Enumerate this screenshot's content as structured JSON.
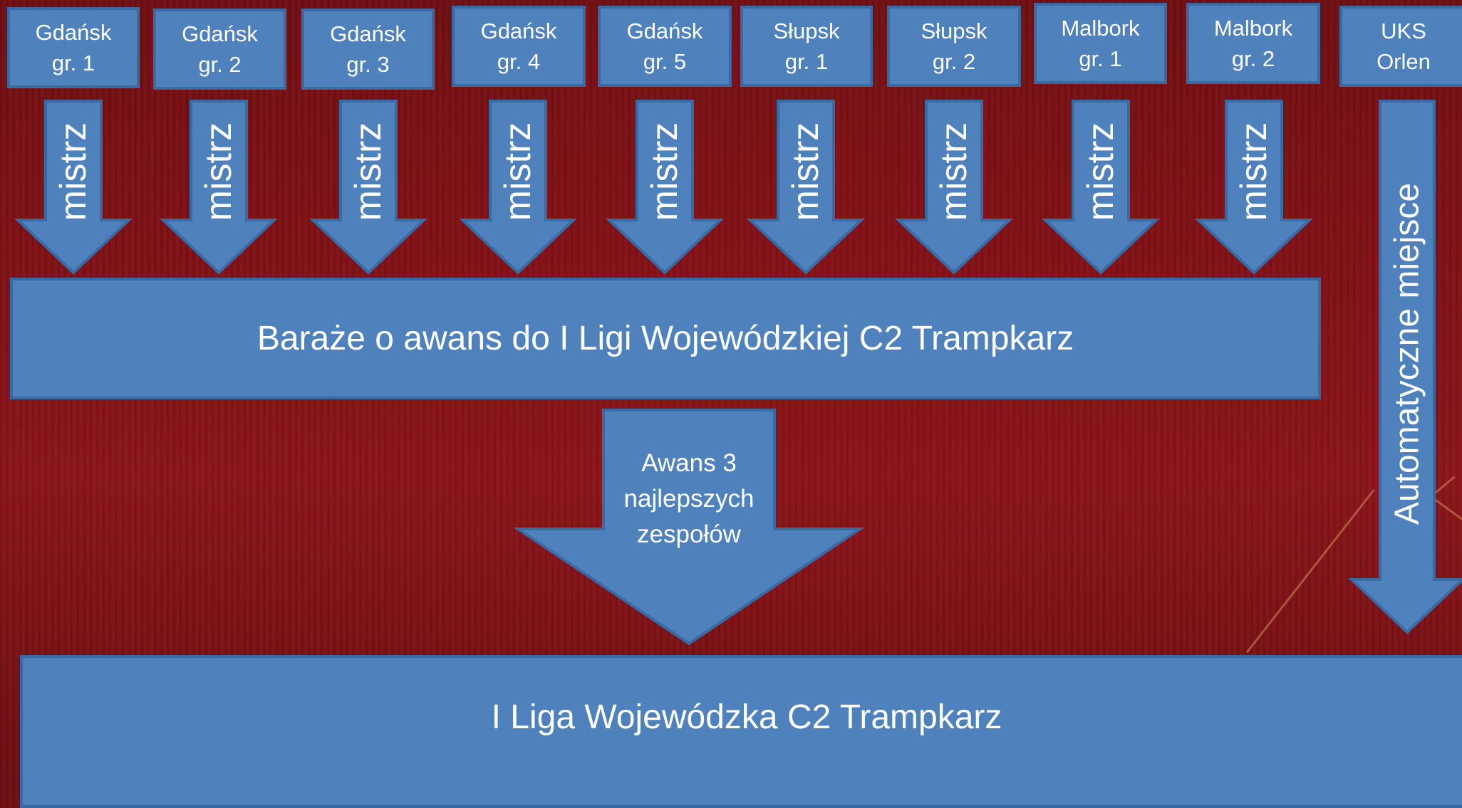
{
  "teams": [
    {
      "line1": "Gdańsk",
      "line2": "gr. 1",
      "arrow_label": "mistrz"
    },
    {
      "line1": "Gdańsk",
      "line2": "gr. 2",
      "arrow_label": "mistrz"
    },
    {
      "line1": "Gdańsk",
      "line2": "gr. 3",
      "arrow_label": "mistrz"
    },
    {
      "line1": "Gdańsk",
      "line2": "gr. 4",
      "arrow_label": "mistrz"
    },
    {
      "line1": "Gdańsk",
      "line2": "gr. 5",
      "arrow_label": "mistrz"
    },
    {
      "line1": "Słupsk",
      "line2": "gr. 1",
      "arrow_label": "mistrz"
    },
    {
      "line1": "Słupsk",
      "line2": "gr. 2",
      "arrow_label": "mistrz"
    },
    {
      "line1": "Malbork",
      "line2": "gr. 1",
      "arrow_label": "mistrz"
    },
    {
      "line1": "Malbork",
      "line2": "gr. 2",
      "arrow_label": "mistrz"
    },
    {
      "line1": "UKS",
      "line2": "Orlen",
      "arrow_label": "Automatyczne miejsce"
    }
  ],
  "playoff_box": "Baraże o awans do I Ligi Wojewódzkiej C2 Trampkarz",
  "promotion_arrow": {
    "line1": "Awans 3",
    "line2": "najlepszych",
    "line3": "zespołów"
  },
  "league_box": "I Liga Wojewódzka C2 Trampkarz",
  "colors": {
    "box_fill": "#4f81bd",
    "box_border": "#3a6aa3",
    "background": "#7d1015",
    "text": "#ffffff"
  }
}
